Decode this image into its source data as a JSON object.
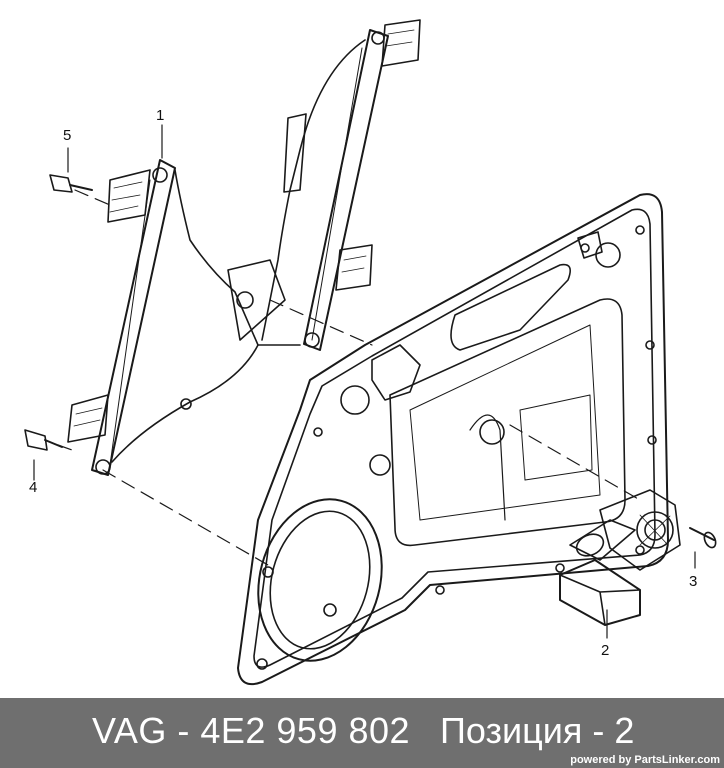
{
  "callouts": {
    "c1": "1",
    "c2": "2",
    "c3": "3",
    "c4": "4",
    "c5": "5"
  },
  "footer": {
    "part_label": "VAG - 4E2 959 802",
    "position_label": "Позиция - 2",
    "powered_by": "powered by PartsLinker.com"
  },
  "colors": {
    "line": "#1a1a1a",
    "footer_bg": "#6f6f6f"
  }
}
